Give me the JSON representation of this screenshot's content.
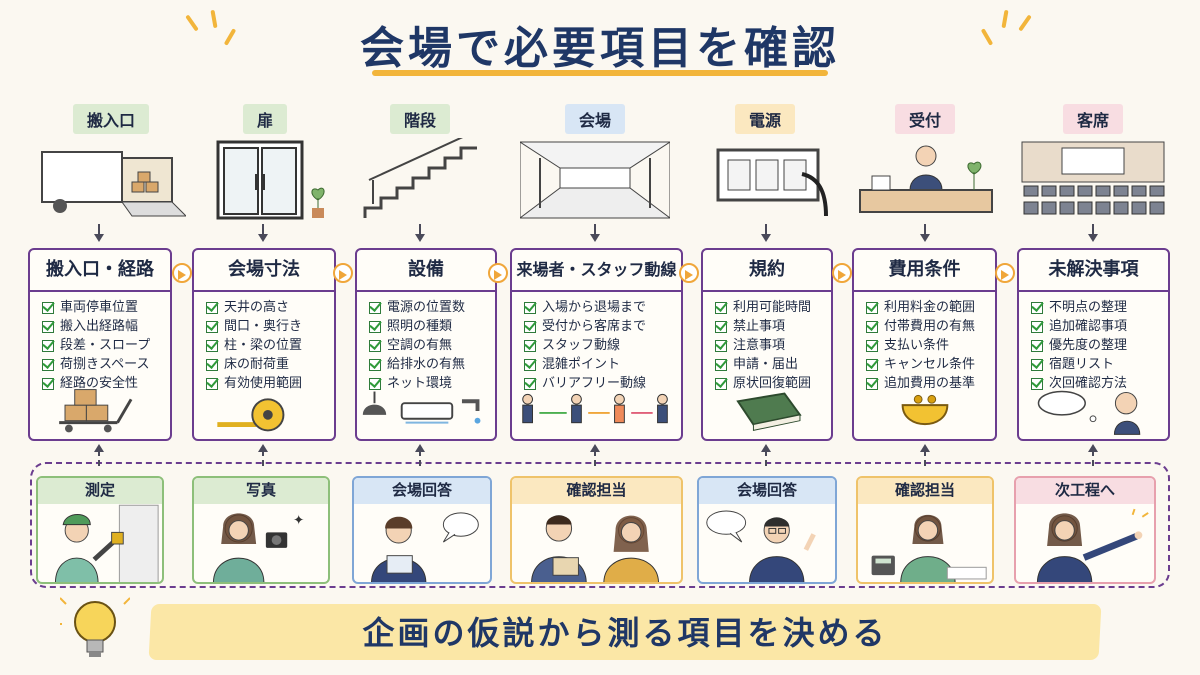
{
  "title": "会場で必要項目を確認",
  "categories": [
    {
      "label": "搬入口",
      "color": "#dcebd2"
    },
    {
      "label": "扉",
      "color": "#dcebd2"
    },
    {
      "label": "階段",
      "color": "#dcebd2"
    },
    {
      "label": "会場",
      "color": "#d8e6f5"
    },
    {
      "label": "電源",
      "color": "#fbe8c0"
    },
    {
      "label": "受付",
      "color": "#f8dde2"
    },
    {
      "label": "客席",
      "color": "#f8dde2"
    }
  ],
  "cards": [
    {
      "title": "搬入口・経路",
      "items": [
        "車両停車位置",
        "搬入出経路幅",
        "段差・スロープ",
        "荷捌きスペース",
        "経路の安全性"
      ]
    },
    {
      "title": "会場寸法",
      "items": [
        "天井の高さ",
        "間口・奥行き",
        "柱・梁の位置",
        "床の耐荷重",
        "有効使用範囲"
      ]
    },
    {
      "title": "設備",
      "items": [
        "電源の位置数",
        "照明の種類",
        "空調の有無",
        "給排水の有無",
        "ネット環境"
      ]
    },
    {
      "title": "来場者・スタッフ動線",
      "items": [
        "入場から退場まで",
        "受付から客席まで",
        "スタッフ動線",
        "混雑ポイント",
        "バリアフリー動線"
      ]
    },
    {
      "title": "規約",
      "items": [
        "利用可能時間",
        "禁止事項",
        "注意事項",
        "申請・届出",
        "原状回復範囲"
      ]
    },
    {
      "title": "費用条件",
      "items": [
        "利用料金の範囲",
        "付帯費用の有無",
        "支払い条件",
        "キャンセル条件",
        "追加費用の基準"
      ]
    },
    {
      "title": "未解決事項",
      "items": [
        "不明点の整理",
        "追加確認事項",
        "優先度の整理",
        "宿題リスト",
        "次回確認方法"
      ]
    }
  ],
  "roles": [
    {
      "label": "測定",
      "border": "#8dbf7a",
      "bg": "#dcebd2"
    },
    {
      "label": "写真",
      "border": "#8dbf7a",
      "bg": "#dcebd2"
    },
    {
      "label": "会場回答",
      "border": "#7fa6d6",
      "bg": "#d8e6f5"
    },
    {
      "label": "確認担当",
      "border": "#efc36a",
      "bg": "#fbe8c0"
    },
    {
      "label": "会場回答",
      "border": "#7fa6d6",
      "bg": "#d8e6f5"
    },
    {
      "label": "確認担当",
      "border": "#efc36a",
      "bg": "#fbe8c0"
    },
    {
      "label": "次工程へ",
      "border": "#e7a0ad",
      "bg": "#f8dde2"
    }
  ],
  "banner": "企画の仮説から測る項目を決める"
}
